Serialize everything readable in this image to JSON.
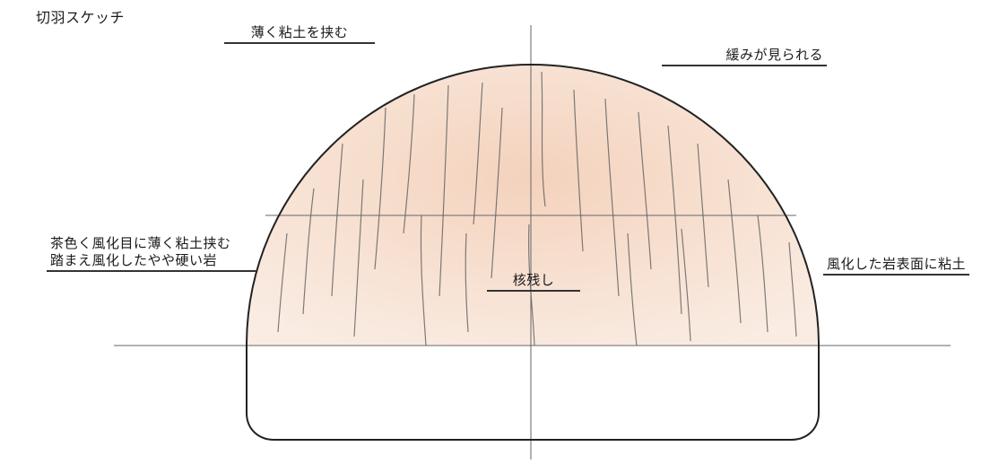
{
  "title": "切羽スケッチ",
  "annotations": {
    "clay_thin": "薄く粘土を挟む",
    "loosening": "緩みが見られる",
    "left_line1": "茶色く風化目に薄く粘土挟む",
    "left_line2": "踏まえ風化したやや硬い岩",
    "right": "風化した岩表面に粘土",
    "core": "核残し"
  },
  "colors": {
    "outline": "#222222",
    "guide": "#666666",
    "fill": "#f3d2bb",
    "crack": "#555555"
  }
}
